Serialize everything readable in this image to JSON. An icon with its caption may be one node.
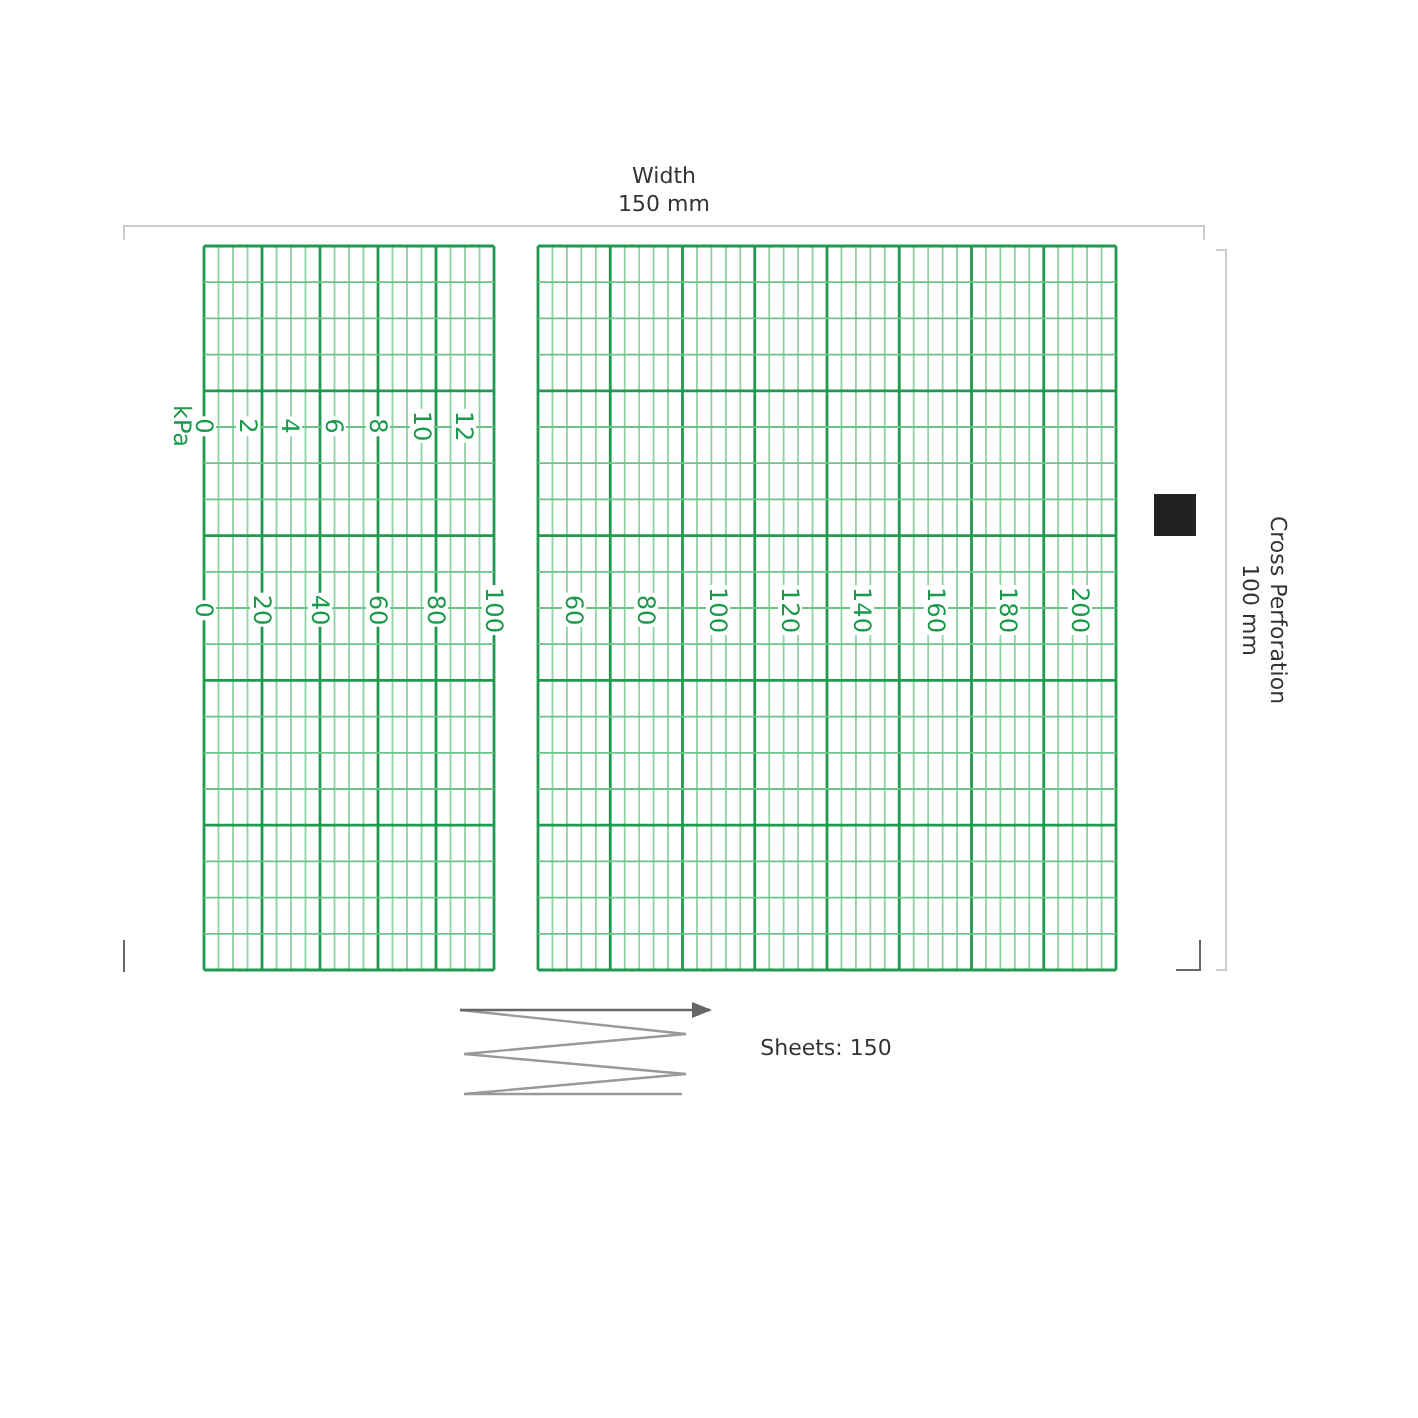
{
  "diagram": {
    "labels": [
      "Width",
      "150 mm",
      "0",
      "2",
      "4",
      "6",
      "8",
      "10",
      "12",
      "kPa",
      "0",
      "20",
      "40",
      "60",
      "80",
      "100",
      "60",
      "80",
      "100",
      "120",
      "140",
      "160",
      "180",
      "200",
      "Cross Perforation",
      "100 mm",
      "Sheets: 150"
    ]
  }
}
